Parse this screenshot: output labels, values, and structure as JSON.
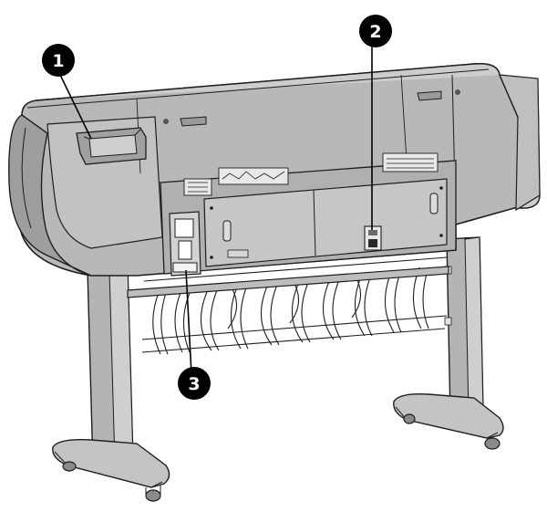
{
  "colors": {
    "body_light": "#c9c9c9",
    "body_mid": "#a9a9a9",
    "body_dark": "#7d7d7d",
    "outline": "#1e1e1e",
    "callout_fill": "#000000",
    "callout_text": "#ffffff",
    "background": "#ffffff"
  },
  "callouts": [
    {
      "number": "1",
      "target": "blue-pouch-quick-reference-holder"
    },
    {
      "number": "2",
      "target": "power-switch-and-socket"
    },
    {
      "number": "3",
      "target": "communication-ports-and-accessory-slots"
    }
  ]
}
